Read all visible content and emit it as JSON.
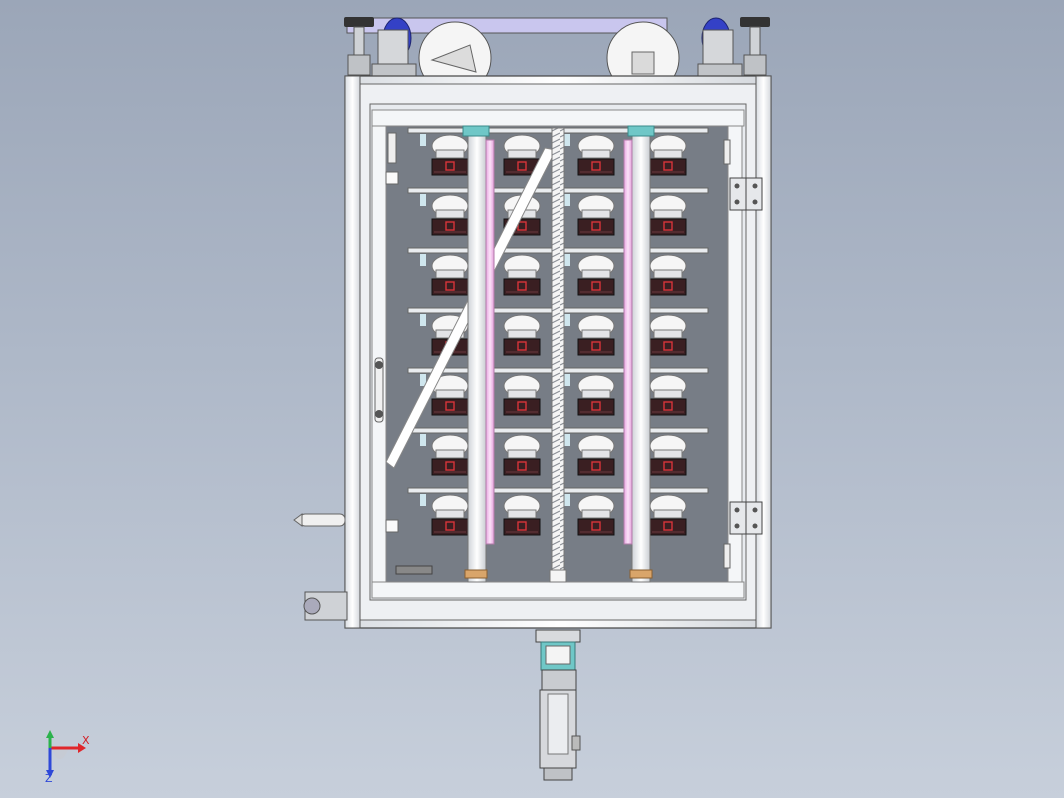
{
  "viewport": {
    "background_top": "#9ba6b8",
    "background_bottom": "#c7cfdb"
  },
  "model": {
    "frame_color": "#f2f4f7",
    "panel_color": "#777d86",
    "shelf_rows": 7,
    "columns": 4,
    "shelf_accent_color": "#cfe6ee",
    "tray_color": "#3a1f22",
    "tray_mark_color": "#d8343a",
    "guide_rod_color": "#f4c8f0",
    "guide_cap_color": "#6fc7c7",
    "top_bar_color": "#c9c6ee",
    "wheel_color": "#3441c6",
    "icons": [
      "caster-wheel-icon",
      "leveling-foot-icon",
      "hinge-icon",
      "handle-icon",
      "motor-icon",
      "pulley-icon"
    ]
  },
  "triad": {
    "x_label": "X",
    "z_label": "Z",
    "x_color": "#e0262b",
    "y_color": "#2bb24c",
    "z_color": "#2e48d8"
  }
}
